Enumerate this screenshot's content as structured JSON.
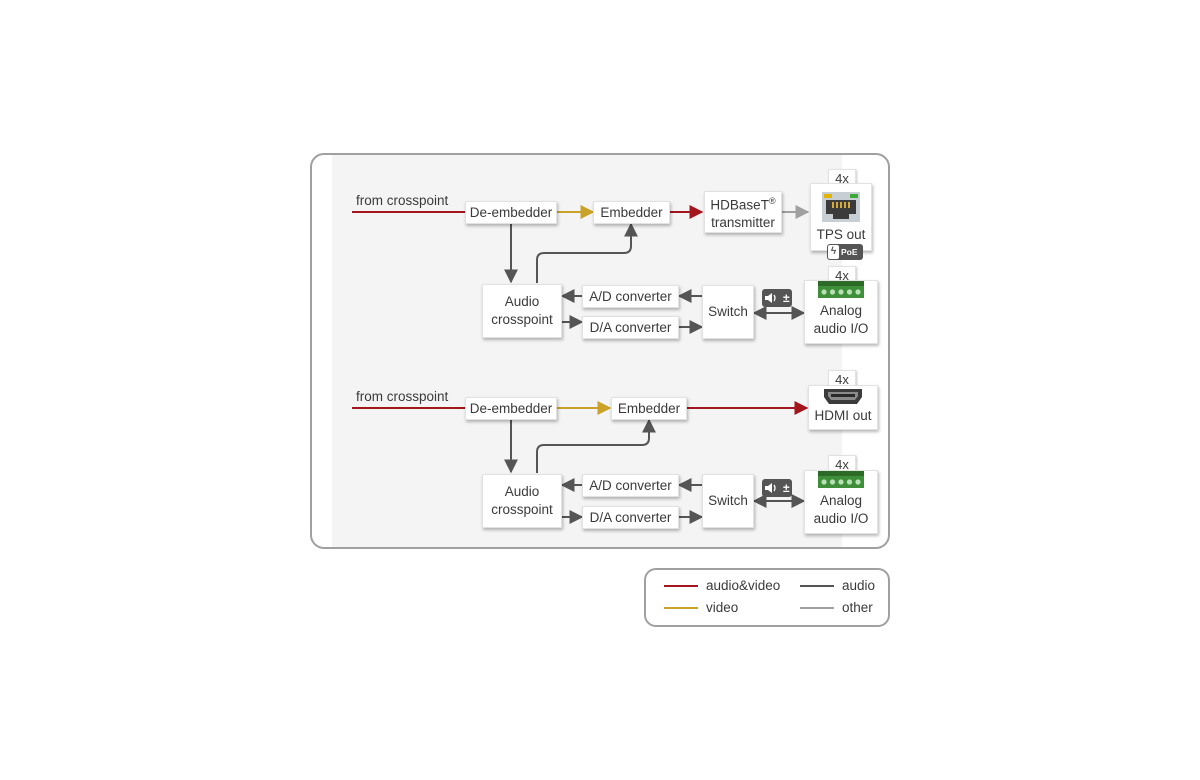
{
  "colors": {
    "audio_video": "#a3161e",
    "video": "#c9a227",
    "audio": "#555555",
    "other": "#a0a0a0"
  },
  "upper": {
    "input_label": "from crosspoint",
    "deembedder": "De-embedder",
    "embedder": "Embedder",
    "transmitter_line1": "HDBaseT",
    "transmitter_reg": "®",
    "transmitter_line2": "transmitter",
    "tps_count": "4x",
    "tps_label": "TPS out",
    "poe_label": "PoE",
    "audio_xp_line1": "Audio",
    "audio_xp_line2": "crosspoint",
    "ad_converter": "A/D converter",
    "da_converter": "D/A converter",
    "switch": "Switch",
    "analog_count": "4x",
    "analog_line1": "Analog",
    "analog_line2": "audio I/O"
  },
  "lower": {
    "input_label": "from crosspoint",
    "deembedder": "De-embedder",
    "embedder": "Embedder",
    "hdmi_count": "4x",
    "hdmi_label": "HDMI out",
    "audio_xp_line1": "Audio",
    "audio_xp_line2": "crosspoint",
    "ad_converter": "A/D converter",
    "da_converter": "D/A converter",
    "switch": "Switch",
    "analog_count": "4x",
    "analog_line1": "Analog",
    "analog_line2": "audio I/O"
  },
  "legend": {
    "audio_video": "audio&video",
    "audio": "audio",
    "video": "video",
    "other": "other"
  },
  "icons": [
    "rj45-port-icon",
    "poe-icon",
    "terminal-block-icon",
    "speaker-volume-icon",
    "hdmi-port-icon"
  ]
}
